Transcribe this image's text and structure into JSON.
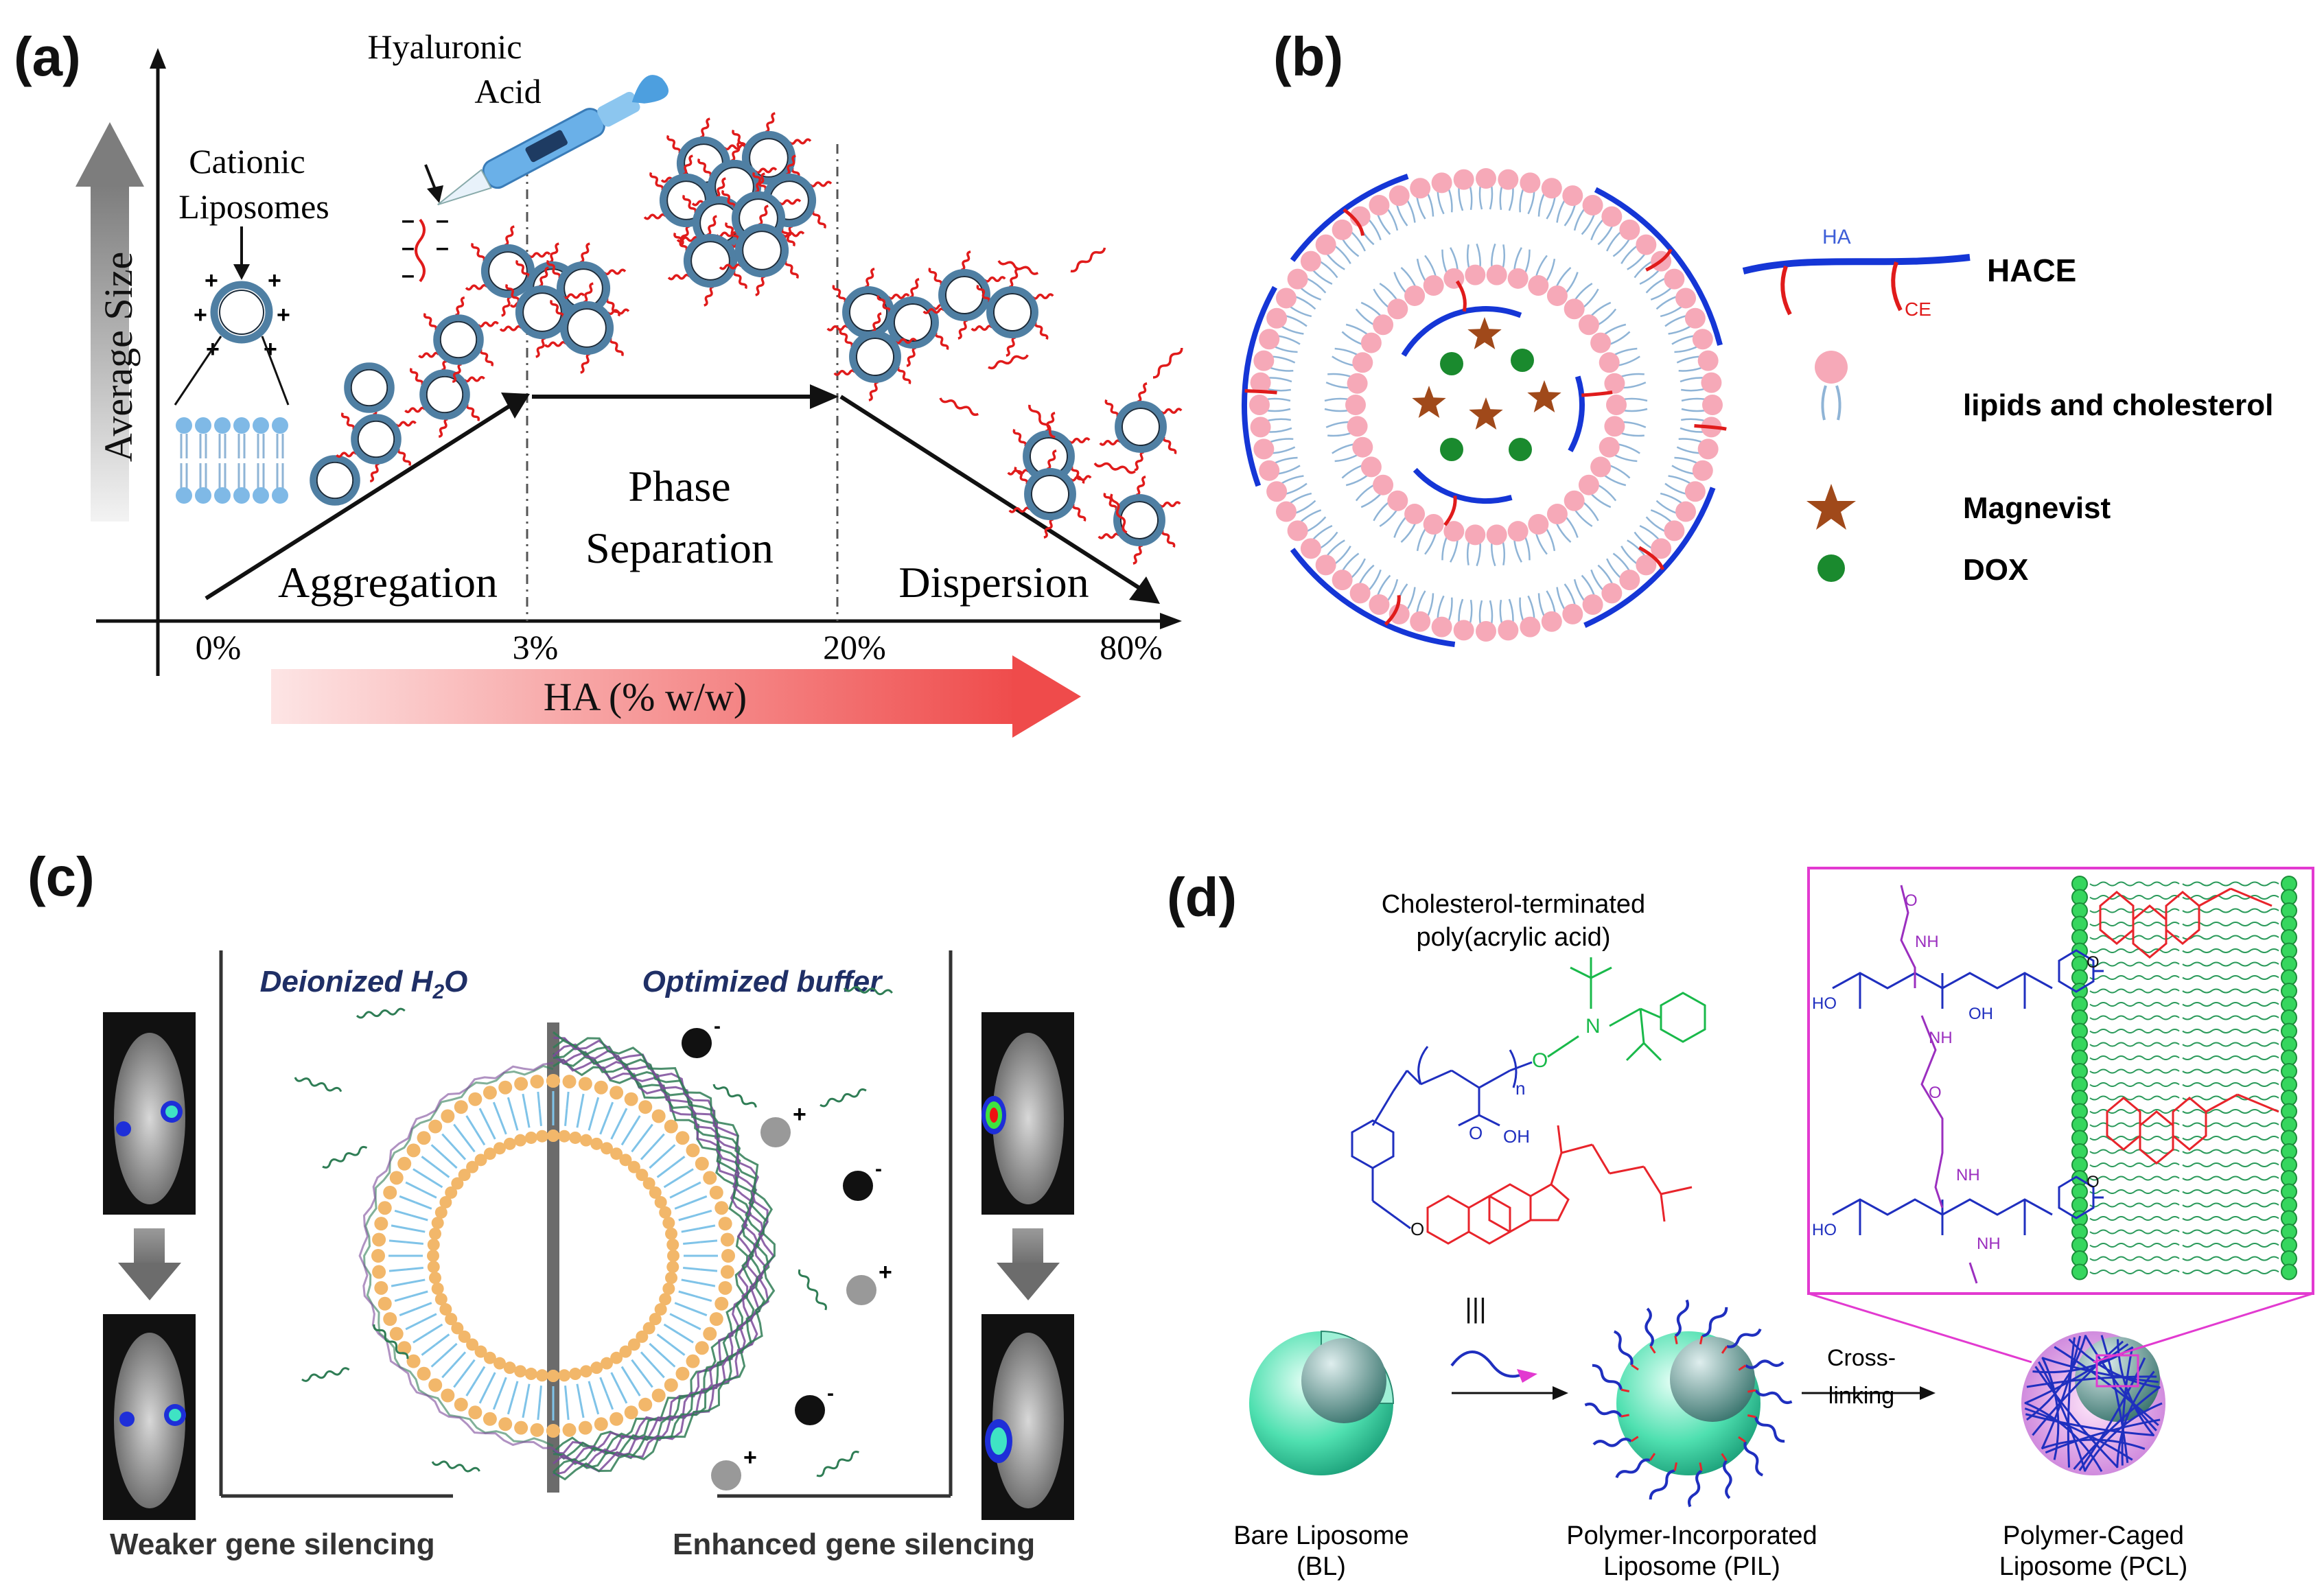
{
  "panels": {
    "a": {
      "label": "(a)",
      "y_axis_title": "Average Size",
      "x_axis_title": "HA (% w/w)",
      "x_ticks": [
        "0%",
        "3%",
        "20%",
        "80%"
      ],
      "phases": [
        "Aggregation",
        "Phase",
        "Separation",
        "Dispersion"
      ],
      "cationic_line1": "Cationic",
      "cationic_line2": "Liposomes",
      "ha_line1": "Hyaluronic",
      "ha_line2": "Acid"
    },
    "b": {
      "label": "(b)",
      "legend": {
        "hace": "HACE",
        "ha_small": "HA",
        "ce_small": "CE",
        "lipids": "lipids and cholesterol",
        "magnevist": "Magnevist",
        "dox": "DOX"
      }
    },
    "c": {
      "label": "(c)",
      "left_title": "Deionized H",
      "left_title_sub": "2",
      "left_title_end": "O",
      "right_title": "Optimized buffer",
      "left_caption": "Weaker gene silencing",
      "right_caption": "Enhanced gene silencing"
    },
    "d": {
      "label": "(d)",
      "chem_title_line1": "Cholesterol-terminated",
      "chem_title_line2": "poly(acrylic acid)",
      "labels": {
        "bl1": "Bare Liposome",
        "bl2": "(BL)",
        "pil1": "Polymer-Incorporated",
        "pil2": "Liposome (PIL)",
        "pcl1": "Polymer-Caged",
        "pcl2": "Liposome (PCL)",
        "cross1": "Cross-",
        "cross2": "linking"
      }
    }
  },
  "colors": {
    "liposome_blue": "#4f7fa3",
    "ha_red": "#e01b1b",
    "hace_blue": "#1536d6",
    "lipid_pink": "#f6a9b8",
    "lipid_tail": "#8fb4d6",
    "magnevist": "#a0491a",
    "dox": "#1a8a2e",
    "head_orange": "#f2b76a",
    "tail_sky": "#7fc3e8",
    "polymer_green": "#2f7d55",
    "polymer_purple": "#7b4a9a",
    "title_navy": "#1f2f66",
    "magenta_box": "#e23ad0",
    "chem_green": "#19b94a",
    "chem_blue": "#1f2fbf",
    "chem_red": "#e8242b",
    "chem_purple": "#9b2fbf"
  },
  "icons": [
    "pipette-icon",
    "mouse-image-icon",
    "down-arrow-icon",
    "lipid-bilayer-icon",
    "liposome-sphere-icon"
  ]
}
